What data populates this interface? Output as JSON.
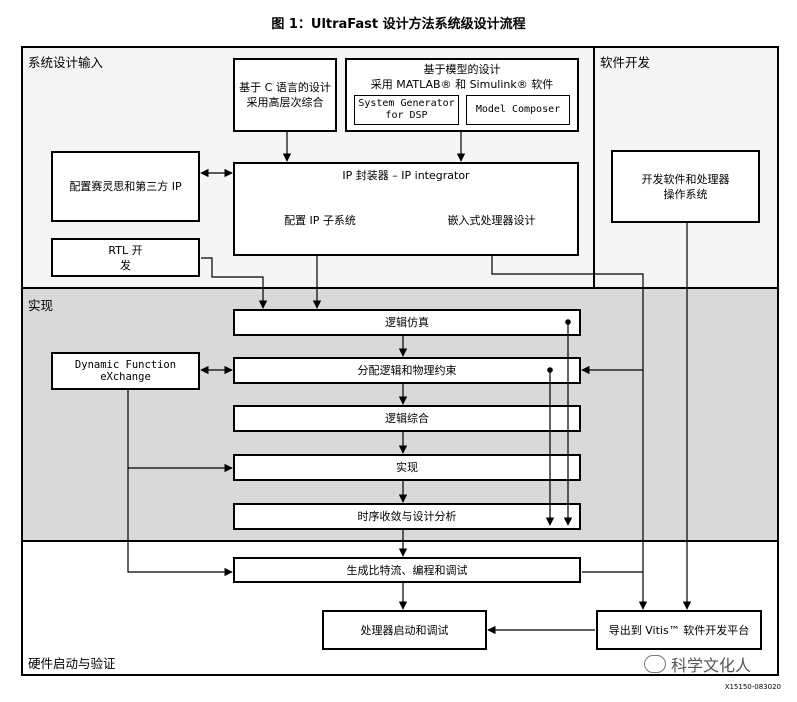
{
  "title": "图 1：UltraFast 设计方法系统级设计流程",
  "regions": {
    "system_input": "系统设计输入",
    "software_dev": "软件开发",
    "implementation": "实现",
    "hw_bringup": "硬件启动与验证"
  },
  "boxes": {
    "c_hls": "基于 C 语言的设计采用高层次综合",
    "model_based": "基于模型的设计",
    "model_based_sub": "采用 MATLAB® 和 Simulink® 软件",
    "sysgen": "System Generator for DSP",
    "model_composer": "Model Composer",
    "config_ip": "配置赛灵思和第三方 IP",
    "rtl": "RTL 开发",
    "ip_integrator": "IP 封装器 – IP integrator",
    "config_subsys": "配置 IP 子系统",
    "embedded": "嵌入式处理器设计",
    "sw_os": "开发软件和处理器操作系统",
    "logic_sim": "逻辑仿真",
    "assign_logic": "分配逻辑和物理约束",
    "synthesis": "逻辑综合",
    "impl": "实现",
    "timing": "时序收敛与设计分析",
    "dfx": "Dynamic Function eXchange",
    "bitstream": "生成比特流、编程和调试",
    "proc_boot": "处理器启动和调试",
    "export_vitis": "导出到 Vitis™ 软件开发平台"
  },
  "footer_code": "X15150-083020",
  "watermark": "科学文化人"
}
